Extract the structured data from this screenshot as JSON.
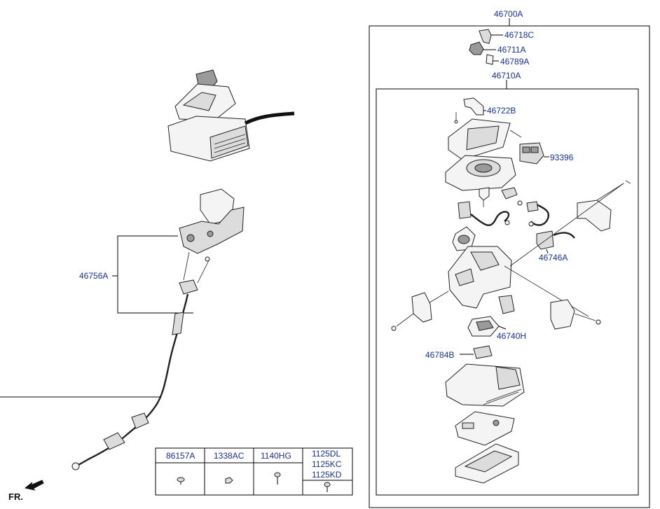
{
  "labels": {
    "assembly_main": "46700A",
    "knob_cover": "46718C",
    "knob_button": "46711A",
    "knob_spring": "46789A",
    "sub_assembly": "46710A",
    "boot_bracket": "46722B",
    "switch_unit": "93396",
    "harness_bracket": "46746A",
    "lock_unit": "46740H",
    "connector": "46784B",
    "cable_assembly": "46756A"
  },
  "table": {
    "headers": [
      "86157A",
      "1338AC",
      "1140HG",
      "1125DL\n1125KC\n1125KD"
    ],
    "header_lines_last": [
      "1125DL",
      "1125KC",
      "1125KD"
    ]
  },
  "direction_label": "FR."
}
